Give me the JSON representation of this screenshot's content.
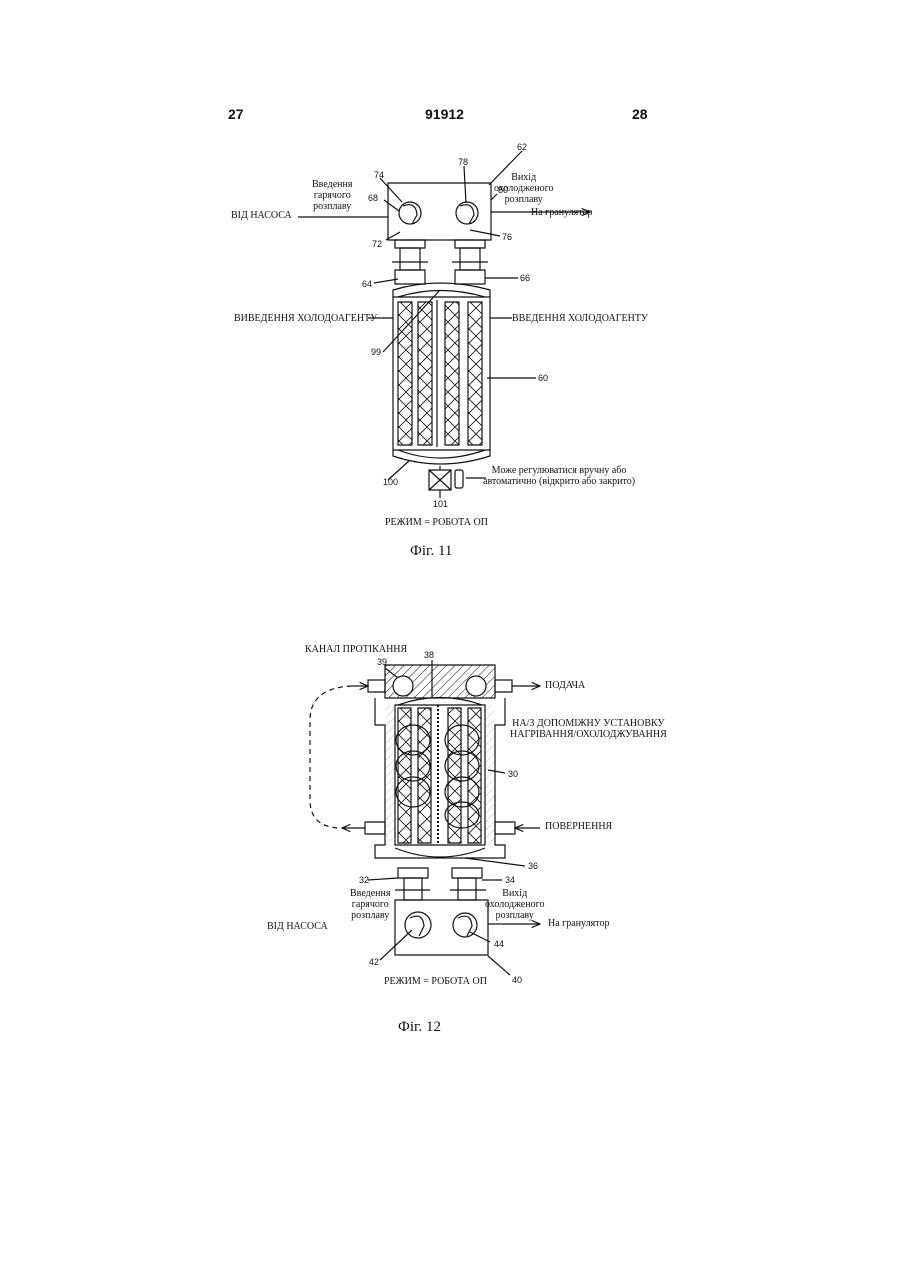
{
  "header": {
    "left_page": "27",
    "patent_number": "91912",
    "right_page": "28"
  },
  "fig11": {
    "inlet_label": "Введення\nгарячого\nрозплаву",
    "outlet_label": "Вихід\nохолодженого\nрозплаву",
    "from_pump": "ВІД НАСОСА",
    "to_granulator": "На гранулятор",
    "coolant_in_left": "ВИВЕДЕННЯ ХОЛОДОАГЕНТУ",
    "coolant_in_right": "ВВЕДЕННЯ ХОЛОДОАГЕНТУ",
    "valve_note": "Може регулюватися вручну або\nавтоматично (відкрито або закрито)",
    "mode": "РЕЖИМ = РОБОТА ОП",
    "caption": "Фіг. 11",
    "refs": [
      "62",
      "74",
      "78",
      "80",
      "68",
      "72",
      "76",
      "64",
      "66",
      "99",
      "60",
      "100",
      "101"
    ]
  },
  "fig12": {
    "leak_channel": "КАНАЛ ПРОТІКАННЯ",
    "supply": "ПОДАЧА",
    "aux_unit": "НА/З ДОПОМІЖНУ УСТАНОВКУ\nНАГРІВАННЯ/ОХОЛОДЖУВАННЯ",
    "return": "ПОВЕРНЕННЯ",
    "inlet_label": "Введення\nгарячого\nрозплаву",
    "outlet_label": "Вихід\nохолодженого\nрозплаву",
    "from_pump": "ВІД НАСОСА",
    "to_granulator": "На гранулятор",
    "mode": "РЕЖИМ = РОБОТА ОП",
    "caption": "Фіг. 12",
    "refs": [
      "39",
      "38",
      "30",
      "36",
      "32",
      "34",
      "42",
      "44",
      "40"
    ]
  }
}
